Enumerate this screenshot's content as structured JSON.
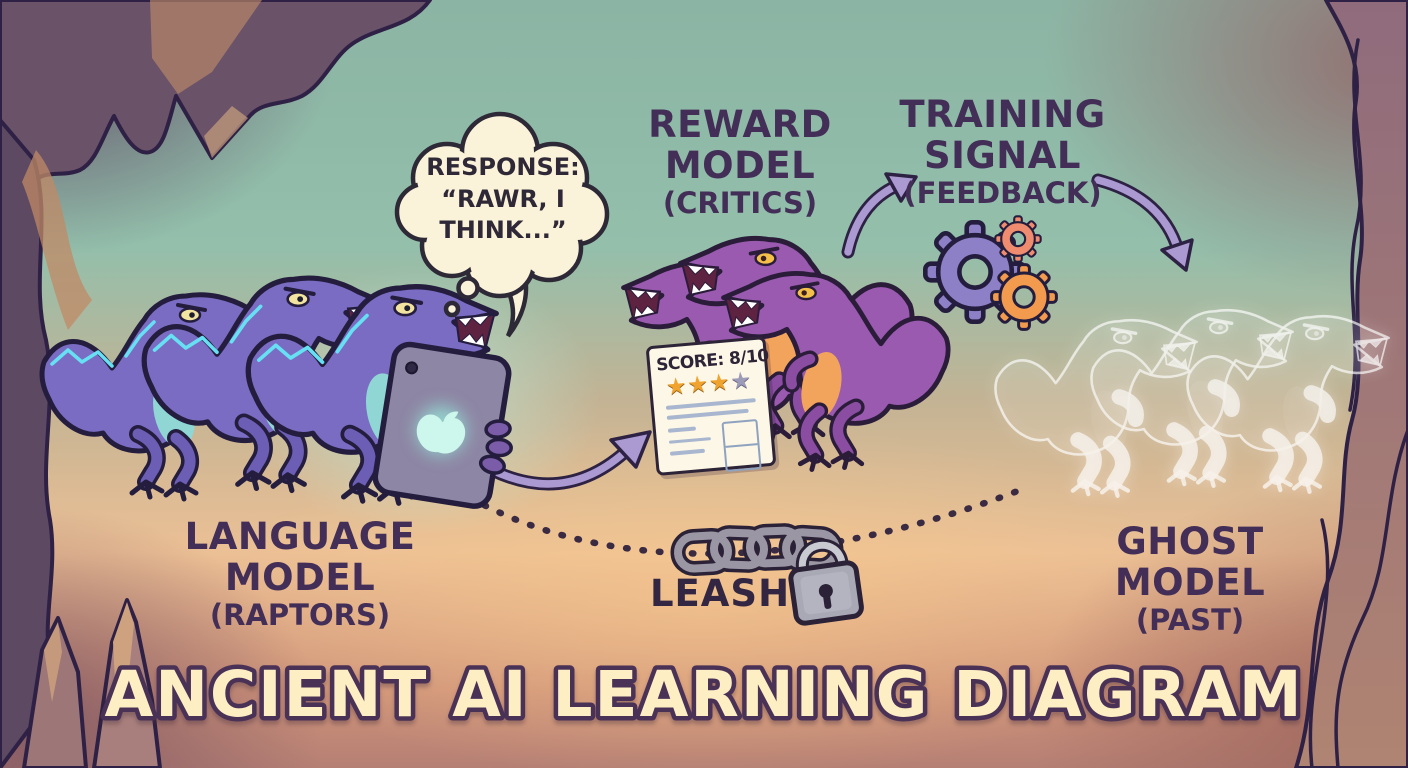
{
  "diagram": {
    "title": "ANCIENT AI LEARNING DIAGRAM",
    "nodes": {
      "language_model": {
        "name": "LANGUAGE MODEL",
        "subtitle": "(RAPTORS)"
      },
      "reward_model": {
        "name": "REWARD MODEL",
        "subtitle": "(CRITICS)"
      },
      "training_signal": {
        "name_line1": "TRAINING",
        "name_line2": "SIGNAL",
        "subtitle": "(FEEDBACK)"
      },
      "ghost_model": {
        "name": "GHOST MODEL",
        "subtitle": "(PAST)"
      }
    },
    "thought_bubble": {
      "line1": "RESPONSE:",
      "line2": "“RAWR, I",
      "line3": "THINK...”"
    },
    "score_card": {
      "score": "SCORE: 8/10",
      "stars_filled": "★★★",
      "stars_empty": "★",
      "rating": "3 of 4 stars"
    },
    "leash": {
      "label": "LEASH"
    },
    "edges": [
      {
        "from": "language_model",
        "to": "reward_model",
        "style": "solid-arrow"
      },
      {
        "from": "reward_model",
        "to": "training_signal",
        "style": "solid-arrow"
      },
      {
        "from": "training_signal",
        "to": "ghost_model",
        "style": "solid-arrow"
      },
      {
        "from": "language_model",
        "to": "ghost_model",
        "style": "dotted-leash"
      }
    ],
    "icons": {
      "tablet": "tablet-with-glowing-apple-logo",
      "gears": "three-gears",
      "chain": "chain-links",
      "padlock": "padlock",
      "thought_bubble": "cloud-thought-bubble",
      "raptors_blue": "three-blue-raptors",
      "raptors_critic": "three-purple-critic-raptors",
      "raptors_ghost": "three-ghost-outline-raptors"
    }
  },
  "colors": {
    "label_text": "#422e56",
    "title_fill": "#fdeec4",
    "title_stroke": "#4a3156",
    "arrow": "#ab99d2",
    "star_gold": "#f0a32e",
    "star_gray": "#9d9cb8",
    "background_teal": "#93bfab",
    "background_orange": "#ecc095",
    "cave_rock": "#6a5268"
  }
}
